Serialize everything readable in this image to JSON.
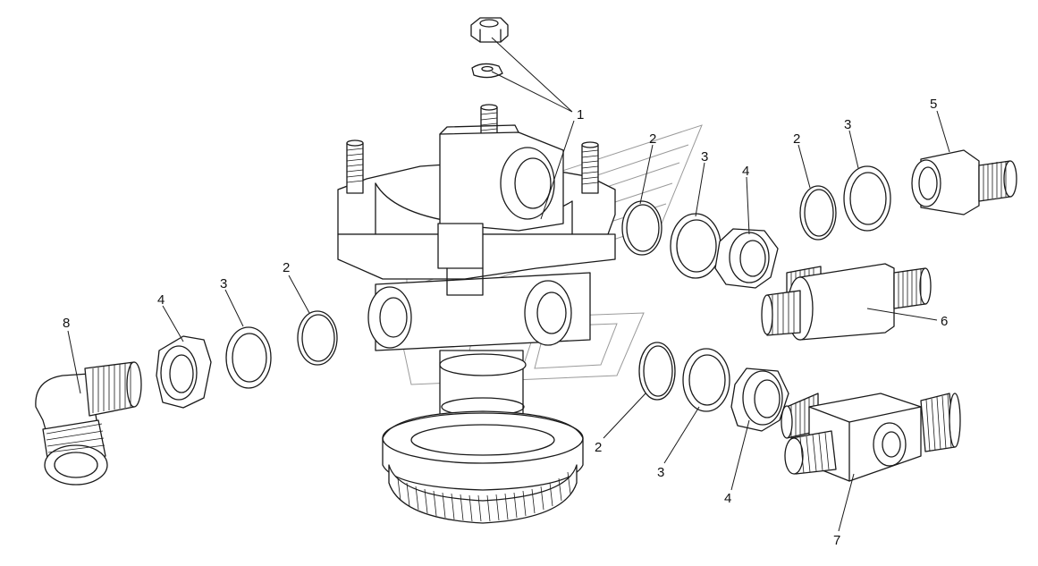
{
  "diagram": {
    "callouts": {
      "c1": "1",
      "c2_top": "2",
      "c3_top": "3",
      "c4_top": "4",
      "c2_far": "2",
      "c3_far": "3",
      "c5": "5",
      "c6": "6",
      "c8": "8",
      "c4_left": "4",
      "c3_left": "3",
      "c2_left": "2",
      "c2_bottom": "2",
      "c3_bottom": "3",
      "c4_bottom": "4",
      "c7": "7"
    },
    "colors": {
      "line": "#1a1a1a",
      "watermark": "#9a9a9a",
      "background": "#ffffff"
    }
  }
}
